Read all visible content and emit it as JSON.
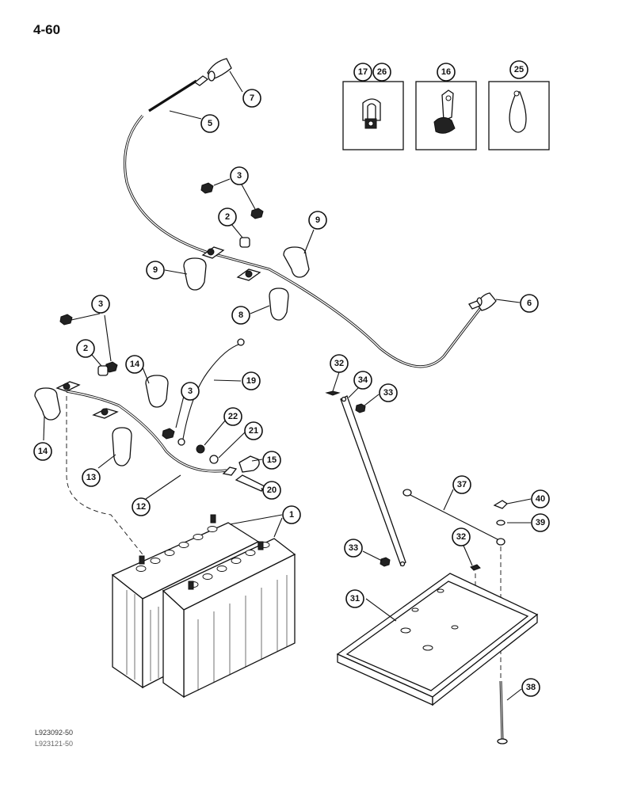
{
  "page": {
    "number": "4-60"
  },
  "references": {
    "line1": "L923092-50",
    "line2": "L923121-50"
  },
  "callouts": {
    "c1": "1",
    "c2a": "2",
    "c2b": "2",
    "c3a": "3",
    "c3b": "3",
    "c3c": "3",
    "c5": "5",
    "c6": "6",
    "c7": "7",
    "c8": "8",
    "c9a": "9",
    "c9b": "9",
    "c12": "12",
    "c13": "13",
    "c14a": "14",
    "c14b": "14",
    "c15": "15",
    "c16": "16",
    "c17": "17",
    "c19": "19",
    "c20": "20",
    "c21": "21",
    "c22": "22",
    "c25": "25",
    "c26": "26",
    "c31": "31",
    "c32a": "32",
    "c32b": "32",
    "c33a": "33",
    "c33b": "33",
    "c34": "34",
    "c37": "37",
    "c38": "38",
    "c39": "39",
    "c40": "40"
  }
}
